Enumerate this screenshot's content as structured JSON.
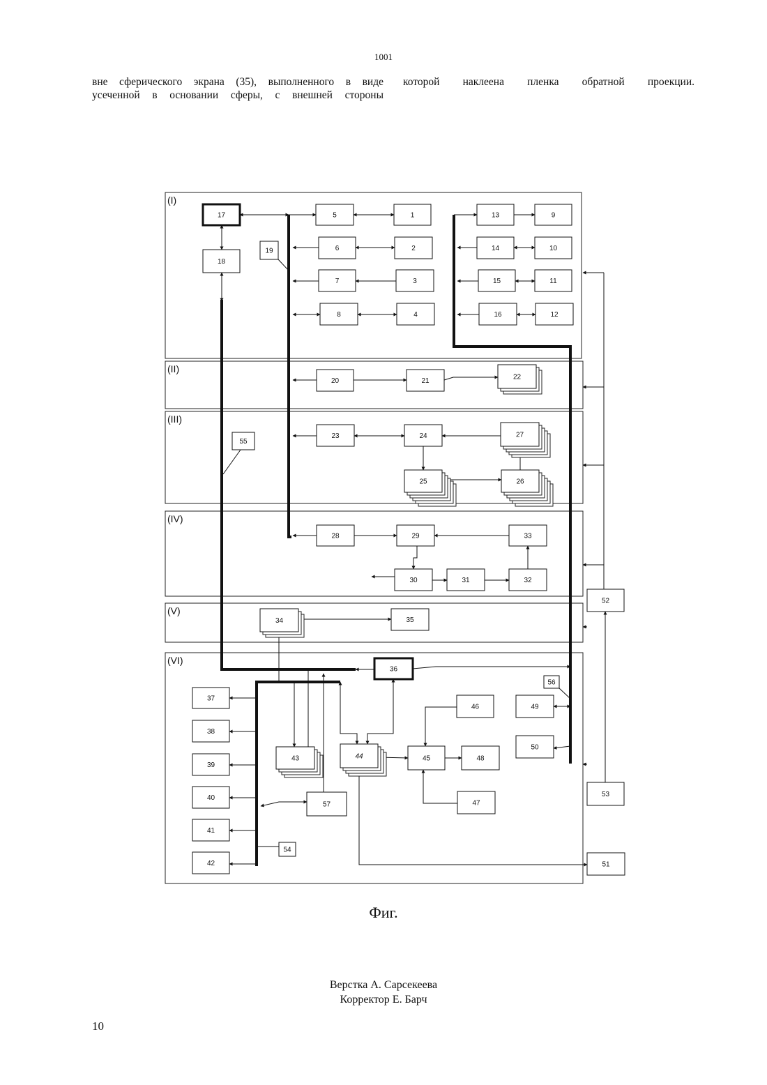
{
  "header": {
    "doc_number": "1001"
  },
  "body_text": {
    "left_line1": "вне сферического экрана (35), выполненного в виде",
    "left_line2": "усеченной в основании сферы, с внешней стороны",
    "right_line1": "которой наклеена пленка обратной проекции."
  },
  "diagram": {
    "sections": [
      {
        "id": "s1",
        "label": "(I)"
      },
      {
        "id": "s2",
        "label": "(II)"
      },
      {
        "id": "s3",
        "label": "(III)"
      },
      {
        "id": "s4",
        "label": "(IV)"
      },
      {
        "id": "s5",
        "label": "(V)"
      },
      {
        "id": "s6",
        "label": "(VI)"
      }
    ],
    "blocks": [
      {
        "id": "b17",
        "label": "17"
      },
      {
        "id": "b18",
        "label": "18"
      },
      {
        "id": "b19",
        "label": "19"
      },
      {
        "id": "b5",
        "label": "5"
      },
      {
        "id": "b1",
        "label": "1"
      },
      {
        "id": "b6",
        "label": "6"
      },
      {
        "id": "b2",
        "label": "2"
      },
      {
        "id": "b7",
        "label": "7"
      },
      {
        "id": "b3",
        "label": "3"
      },
      {
        "id": "b8",
        "label": "8"
      },
      {
        "id": "b4",
        "label": "4"
      },
      {
        "id": "b13",
        "label": "13"
      },
      {
        "id": "b9",
        "label": "9"
      },
      {
        "id": "b14",
        "label": "14"
      },
      {
        "id": "b10",
        "label": "10"
      },
      {
        "id": "b15",
        "label": "15"
      },
      {
        "id": "b11",
        "label": "11"
      },
      {
        "id": "b16",
        "label": "16"
      },
      {
        "id": "b12",
        "label": "12"
      },
      {
        "id": "b20",
        "label": "20"
      },
      {
        "id": "b21",
        "label": "21"
      },
      {
        "id": "b22",
        "label": "22"
      },
      {
        "id": "b55",
        "label": "55"
      },
      {
        "id": "b23",
        "label": "23"
      },
      {
        "id": "b24",
        "label": "24"
      },
      {
        "id": "b27",
        "label": "27"
      },
      {
        "id": "b25",
        "label": "25"
      },
      {
        "id": "b26",
        "label": "26"
      },
      {
        "id": "b28",
        "label": "28"
      },
      {
        "id": "b29",
        "label": "29"
      },
      {
        "id": "b33",
        "label": "33"
      },
      {
        "id": "b30",
        "label": "30"
      },
      {
        "id": "b31",
        "label": "31"
      },
      {
        "id": "b32",
        "label": "32"
      },
      {
        "id": "b52",
        "label": "52"
      },
      {
        "id": "b34",
        "label": "34"
      },
      {
        "id": "b35",
        "label": "35"
      },
      {
        "id": "b36",
        "label": "36"
      },
      {
        "id": "b56",
        "label": "56"
      },
      {
        "id": "b37",
        "label": "37"
      },
      {
        "id": "b38",
        "label": "38"
      },
      {
        "id": "b39",
        "label": "39"
      },
      {
        "id": "b40",
        "label": "40"
      },
      {
        "id": "b41",
        "label": "41"
      },
      {
        "id": "b42",
        "label": "42"
      },
      {
        "id": "b43",
        "label": "43"
      },
      {
        "id": "b44",
        "label": "44"
      },
      {
        "id": "b45",
        "label": "45"
      },
      {
        "id": "b46",
        "label": "46"
      },
      {
        "id": "b47",
        "label": "47"
      },
      {
        "id": "b48",
        "label": "48"
      },
      {
        "id": "b49",
        "label": "49"
      },
      {
        "id": "b50",
        "label": "50"
      },
      {
        "id": "b57",
        "label": "57"
      },
      {
        "id": "b53",
        "label": "53"
      },
      {
        "id": "b54",
        "label": "54"
      },
      {
        "id": "b51",
        "label": "51"
      }
    ]
  },
  "figure": {
    "caption": "Фиг."
  },
  "credits": {
    "layout_line": "Верстка А. Сарсекеева",
    "proof_line": "Корректор Е. Барч"
  },
  "footer": {
    "page_number": "10"
  }
}
